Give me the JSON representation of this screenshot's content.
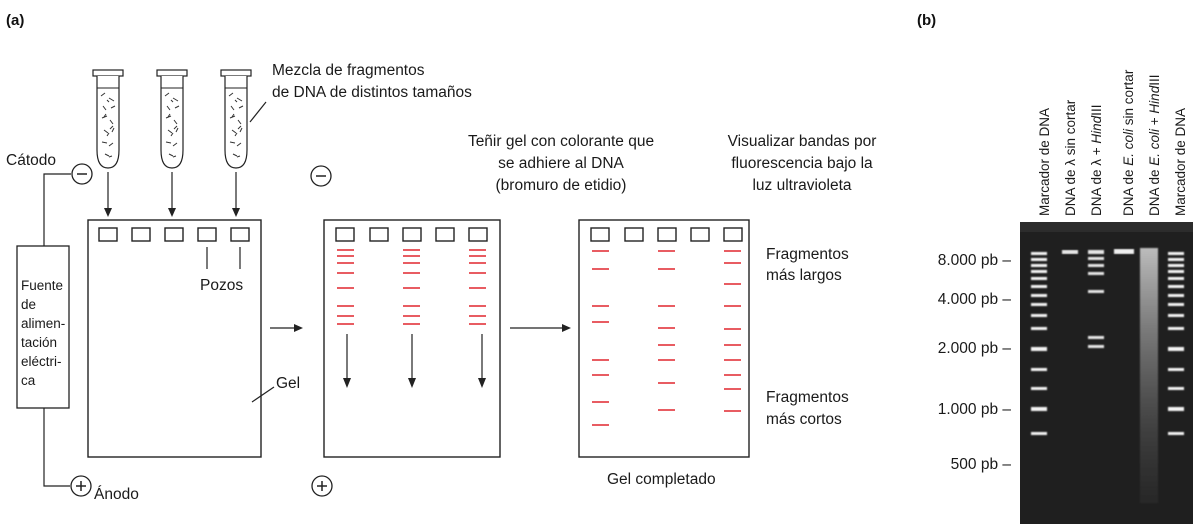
{
  "panel_a": {
    "label": "(a)",
    "mix_line1": "Mezcla de fragmentos",
    "mix_line2": "de DNA de distintos tamaños",
    "cathode": "Cátodo",
    "anode": "Ánodo",
    "minus": "−",
    "plus": "+",
    "power_supply": [
      "Fuente",
      "de",
      "alimen-",
      "tación",
      "eléctri-",
      "ca"
    ],
    "wells": "Pozos",
    "gel": "Gel",
    "stain": [
      "Teñir gel con colorante que",
      "se adhiere al DNA",
      "(bromuro de etidio)"
    ],
    "visualize": [
      "Visualizar bandas por",
      "fluorescencia bajo la",
      "luz ultravioleta"
    ],
    "long_frag": [
      "Fragmentos",
      "más largos"
    ],
    "short_frag": [
      "Fragmentos",
      "más cortos"
    ],
    "gel_done": "Gel completado"
  },
  "panel_b": {
    "label": "(b)",
    "lanes": [
      {
        "pre": "Marcador de DNA",
        "it": "",
        "post": ""
      },
      {
        "pre": "DNA de λ sin cortar",
        "it": "",
        "post": ""
      },
      {
        "pre": "DNA de λ + ",
        "it": "Hind",
        "post": "III"
      },
      {
        "pre": "DNA de ",
        "it": "E. coli",
        "post": " sin cortar"
      },
      {
        "pre": "DNA de ",
        "it": "E. coli",
        "post": " + ",
        "it2": "Hind",
        "post2": "III"
      },
      {
        "pre": "Marcador de DNA",
        "it": "",
        "post": ""
      }
    ],
    "size_labels": [
      "8.000 pb –",
      "4.000 pb –",
      "2.000 pb –",
      "1.000 pb –",
      "500 pb –"
    ]
  }
}
